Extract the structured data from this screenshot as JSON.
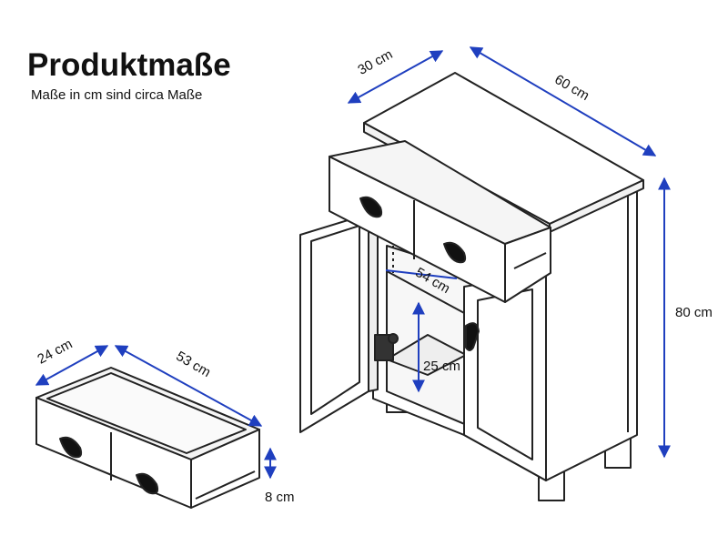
{
  "header": {
    "title": "Produktmaße",
    "subtitle": "Maße in cm sind circa Maße"
  },
  "dimensions": {
    "cabinet_depth": "30 cm",
    "cabinet_width": "60 cm",
    "cabinet_height": "80 cm",
    "inner_width": "54 cm",
    "inner_height": "25 cm",
    "drawer_depth": "24 cm",
    "drawer_width": "53 cm",
    "drawer_height": "8 cm"
  },
  "colors": {
    "dimension_arrow": "#1f3fbf",
    "line": "#222222",
    "fill": "#f2f2f2"
  }
}
